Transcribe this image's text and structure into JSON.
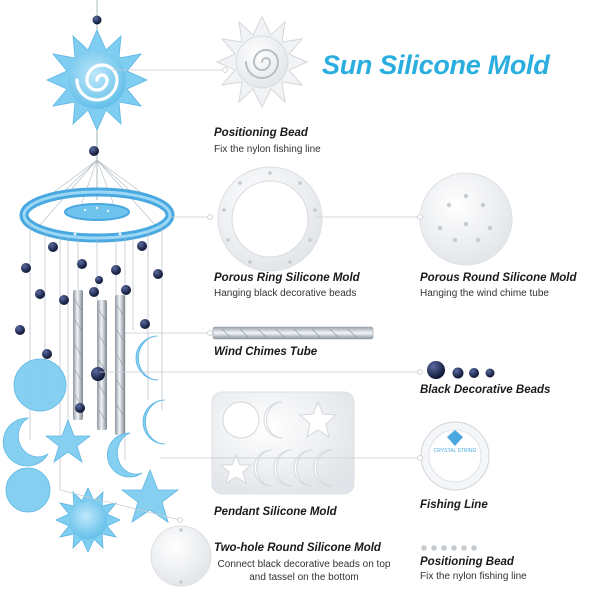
{
  "title": "Sun Silicone Mold",
  "items": [
    {
      "label": "Positioning Bead",
      "desc": "Fix the nylon fishing line"
    },
    {
      "label": "Porous Ring Silicone Mold",
      "desc": "Hanging black decorative beads"
    },
    {
      "label": "Porous Round Silicone Mold",
      "desc": "Hanging the wind chime tube"
    },
    {
      "label": "Wind Chimes Tube",
      "desc": ""
    },
    {
      "label": "Black Decorative Beads",
      "desc": ""
    },
    {
      "label": "Pendant Silicone Mold",
      "desc": ""
    },
    {
      "label": "Fishing Line",
      "desc": ""
    },
    {
      "label": "Two-hole Round Silicone Mold",
      "desc": "Connect black decorative beads on top and tassel on the bottom"
    },
    {
      "label": "Positioning Bead",
      "desc": "Fix the nylon fishing line"
    }
  ],
  "colors": {
    "accent": "#2aaee0",
    "blue_resin": "#7fcdf0",
    "bead": "#1c2a55",
    "mold": "#eef0f2"
  },
  "spool_text": "CRYSTAL STRING"
}
